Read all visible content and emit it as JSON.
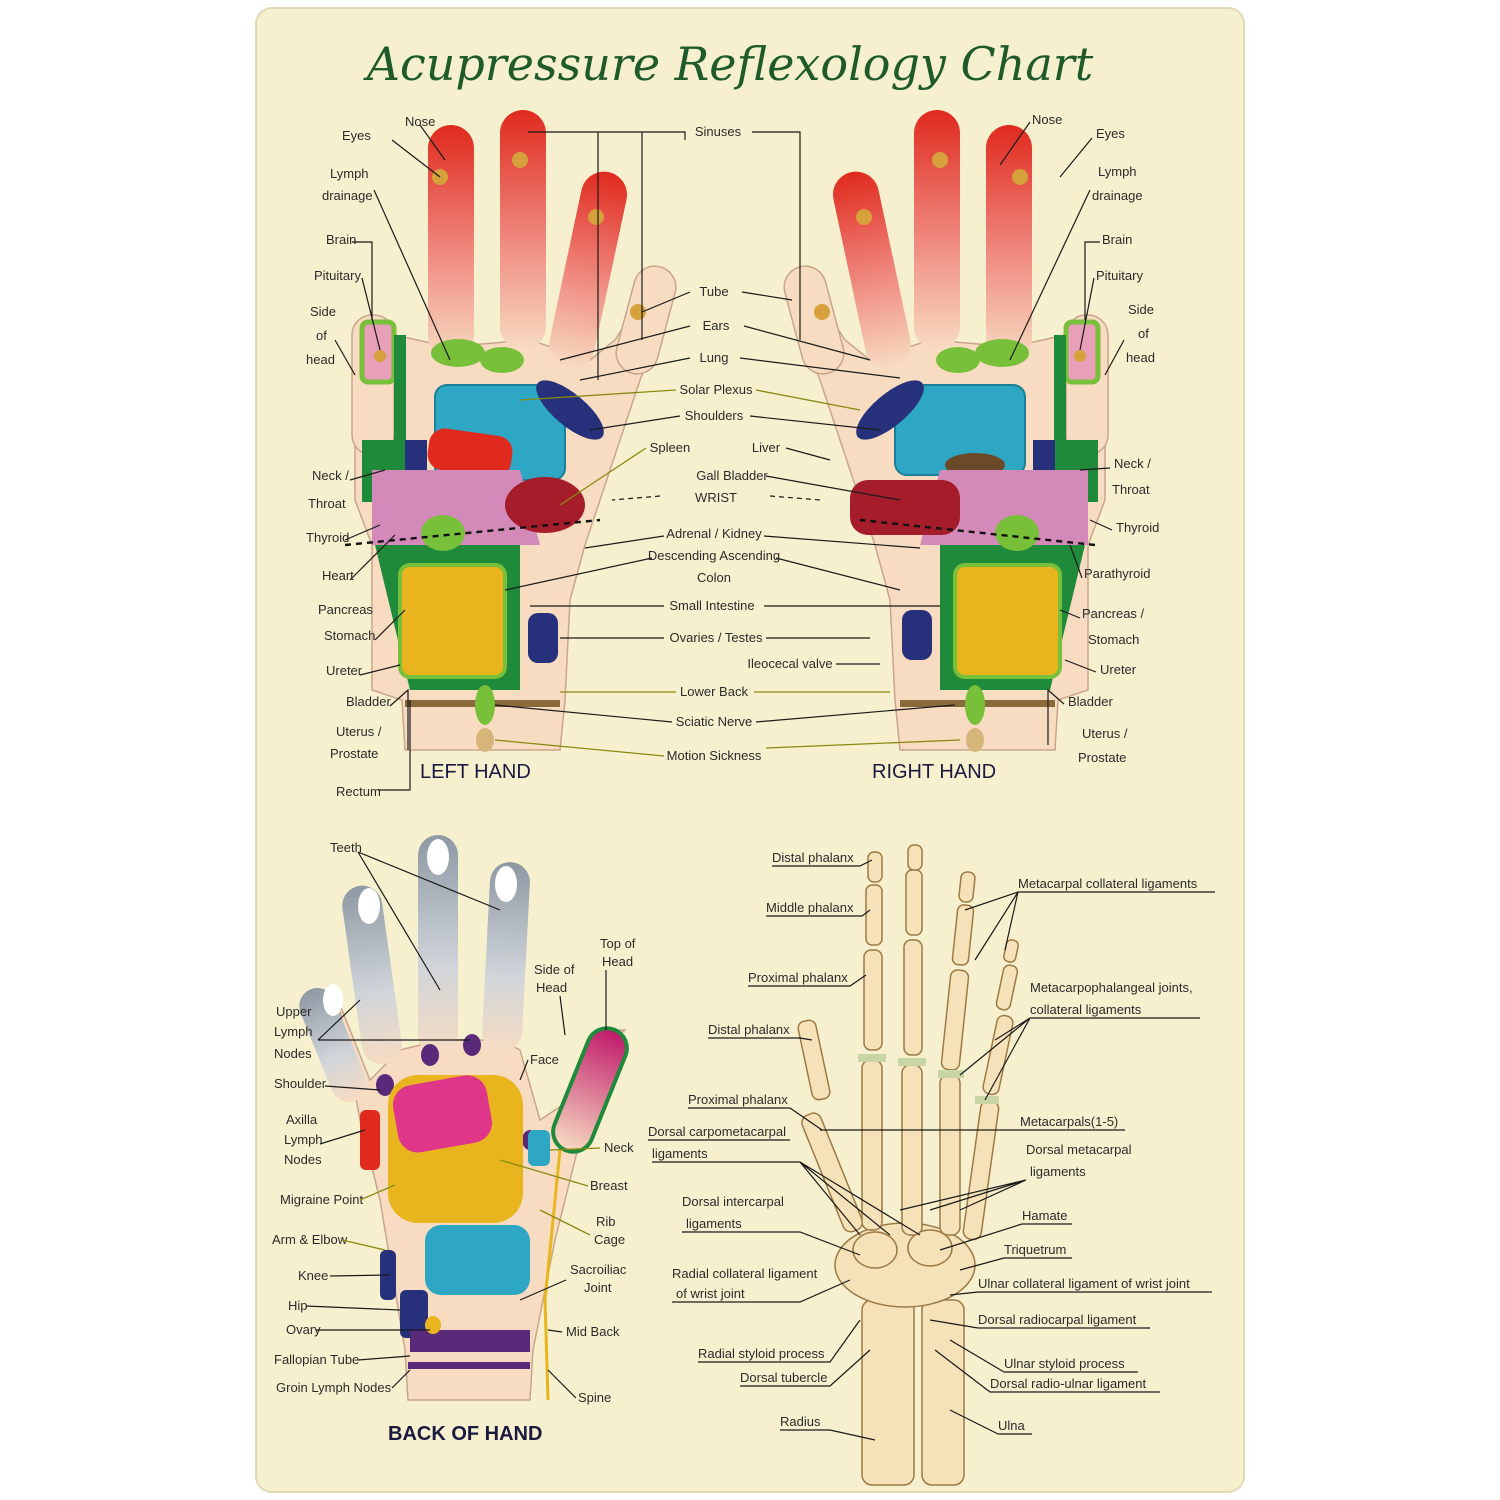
{
  "title": "Acupressure Reflexology Chart",
  "colors": {
    "paper": "#f7f0cf",
    "title": "#1f5a2b",
    "skin": "#f7dcc2",
    "red": "#e02a1e",
    "teal": "#2ea7c4",
    "yellow": "#e8b51e",
    "green": "#78bf3a",
    "darkgreen": "#1e8a3a",
    "navy": "#27307a",
    "maroon": "#a51d2a",
    "pink": "#e07ab0",
    "magenta": "#e0368a",
    "brown": "#6b4a2a",
    "purple": "#5a2a7a",
    "gray": "#b9c0c8"
  },
  "left_hand": {
    "heading": "LEFT HAND",
    "labels": [
      "Nose",
      "Eyes",
      "Lymph",
      "drainage",
      "Brain",
      "Pituitary",
      "Side",
      "of",
      "head",
      "Neck /",
      "Throat",
      "Thyroid",
      "Heart",
      "Pancreas",
      "Stomach",
      "Ureter",
      "Bladder",
      "Uterus /",
      "Prostate",
      "Rectum"
    ]
  },
  "right_hand": {
    "heading": "RIGHT HAND",
    "labels": [
      "Nose",
      "Eyes",
      "Lymph",
      "drainage",
      "Brain",
      "Pituitary",
      "Side",
      "of",
      "head",
      "Neck /",
      "Throat",
      "Thyroid",
      "Parathyroid",
      "Pancreas /",
      "Stomach",
      "Ureter",
      "Bladder",
      "Uterus /",
      "Prostate"
    ]
  },
  "center_labels": [
    "Sinuses",
    "Tube",
    "Ears",
    "Lung",
    "Solar Plexus",
    "Shoulders",
    "Spleen",
    "Liver",
    "Gall Bladder",
    "WRIST",
    "Adrenal / Kidney",
    "Descending Ascending",
    "Colon",
    "Small Intestine",
    "Ovaries / Testes",
    "Ileocecal valve",
    "Lower Back",
    "Sciatic Nerve",
    "Motion Sickness"
  ],
  "back_hand": {
    "heading": "BACK OF HAND",
    "labels": [
      "Teeth",
      "Top of",
      "Head",
      "Side of",
      "Head",
      "Upper",
      "Lymph",
      "Nodes",
      "Face",
      "Shoulder",
      "Axilla",
      "Lymph",
      "Nodes",
      "Neck",
      "Breast",
      "Migraine Point",
      "Arm & Elbow",
      "Rib",
      "Cage",
      "Knee",
      "Sacroiliac",
      "Joint",
      "Hip",
      "Ovary",
      "Mid Back",
      "Fallopian Tube",
      "Groin Lymph Nodes",
      "Spine"
    ]
  },
  "skeleton": {
    "labels": [
      "Distal phalanx",
      "Middle phalanx",
      "Proximal phalanx",
      "Distal phalanx",
      "Proximal phalanx",
      "Dorsal carpometacarpal",
      "ligaments",
      "Dorsal intercarpal",
      "ligaments",
      "Radial collateral ligament",
      "of wrist joint",
      "Radial styloid process",
      "Dorsal tubercle",
      "Radius",
      "Metacarpal collateral ligaments",
      "Metacarpophalangeal joints,",
      "collateral ligaments",
      "Metacarpals(1-5)",
      "Dorsal metacarpal",
      "ligaments",
      "Hamate",
      "Triquetrum",
      "Ulnar collateral ligament of wrist joint",
      "Dorsal radiocarpal ligament",
      "Ulnar styloid process",
      "Dorsal radio-ulnar ligament",
      "Ulna"
    ]
  }
}
